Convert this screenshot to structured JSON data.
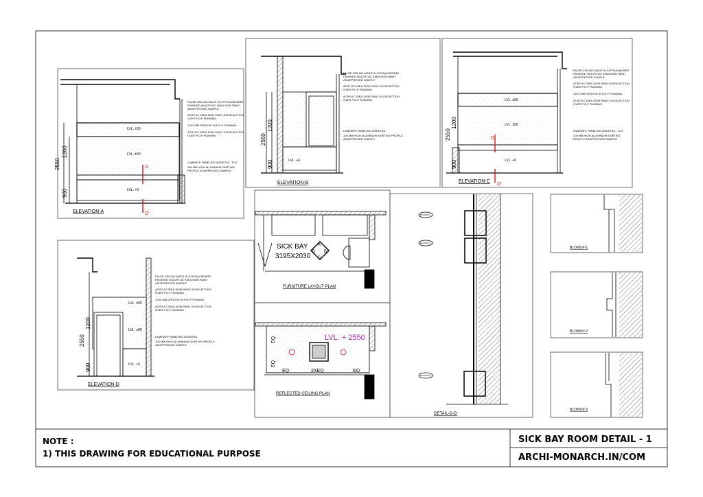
{
  "sheet": {
    "note_heading": "NOTE :",
    "note_line": "1) THIS DRAWING FOR EDUCATIONAL PURPOSE",
    "title": "SICK BAY ROOM DETAIL - 1",
    "website": "ARCHI-MONARCH.IN/COM"
  },
  "elevation_a": {
    "title": "ELEVATION-A",
    "dims": [
      "2550",
      "1200",
      "900"
    ],
    "levels": [
      "LVL. ±00",
      "LVL. ±00",
      "LVL. +6"
    ],
    "section_marks": [
      "D",
      "D'"
    ],
    "notes": [
      "FALSE CEILING MADE IN GYPSUM BOARD FINISHED IN ACRYLIC EMULSION PAINT AS/APPROVED SAMPLE.",
      "ACRYLIC EMULSION PAINT AS/SELECTION OVER P.O.P PUNNING",
      "10X3 MM GROOVE IN P.O.P PUNNING",
      "ACRYLIC EMULSION PAINT AS/SELECTION OVER P.O.P PUNNING",
      "LAMINATE PANELING AS/DETAIL - D-D'",
      "100 MM HIGH ALUMINIUM SKIRTING PROFILE AS/APPROVED SAMPLE"
    ]
  },
  "elevation_b": {
    "title": "ELEVATION-B",
    "dims": [
      "2550",
      "1200",
      "900"
    ],
    "levels": [
      "LVL. +6"
    ],
    "notes": [
      "FALSE CEILING MADE IN GYPSUM BOARD FINISHED IN ACRYLIC EMULSION PAINT AS/APPROVED SAMPLE",
      "ACRYLIC EMULSION PAINT AS/SELECTION OVER P.O.P PUNNING",
      "ACRYLIC EMULSION PAINT AS/SELECTION OVER P.O.P PUNNING",
      "LAMINATE PANELING AS/DETAIL",
      "100 MM HIGH ALUMINIUM SKIRTING PROFILE AS/APPROVED SAMPLE"
    ]
  },
  "elevation_c": {
    "title": "ELEVATION-C",
    "dims": [
      "2550",
      "1200",
      "900"
    ],
    "levels": [
      "LVL. ±00",
      "LVL. ±00",
      "LVL. +6"
    ],
    "section_marks": [
      "D",
      "D'"
    ],
    "notes": [
      "FALSE CEILING MADE IN GYPSUM BOARD FINISHED IN ACRYLIC EMULSION PAINT AS/APPROVED SAMPLE",
      "ACRYLIC EMULSION PAINT AS/SELECTION OVER P.O.P PUNNING",
      "10X3 MM GROOVE IN P.O.P PUNNING",
      "ACRYLIC EMULSION PAINT AS/SELECTION OVER P.O.P PUNNING",
      "LAMINATE PANELING AS/DETAIL - D-D'",
      "100 MM HIGH ALUMINIUM SKIRTING PROFILE AS/APPROVED SAMPLE"
    ]
  },
  "elevation_d": {
    "title": "ELEVATION-D",
    "dims": [
      "2550",
      "1200",
      "900"
    ],
    "levels": [
      "LVL. ±00",
      "LVL. ±00",
      "LVL. +6"
    ],
    "notes": [
      "FALSE CEILING MADE IN GYPSUM BOARD FINISHED IN ACRYLIC EMULSION PAINT AS/APPROVED SAMPLE",
      "ACRYLIC EMULSION PAINT AS/SELECTION OVER P.O.P PUNNING",
      "10X3 MM GROOVE IN P.O.P PUNNING",
      "ACRYLIC EMULSION PAINT AS/SELECTION OVER P.O.P PUNNING",
      "LAMINATE PANELING AS/DETAIL",
      "100 MM HIGH ALUMINIUM SKIRTING PROFILE AS/APPROVED SAMPLE"
    ]
  },
  "furniture_plan": {
    "title": "FURNITURE LAYOUT PLAN",
    "room_name": "SICK BAY",
    "room_size": "3195X2030",
    "key_letters": [
      "A",
      "B",
      "C",
      "D"
    ]
  },
  "ceiling_plan": {
    "title": "REFLECTED CEILING PLAN",
    "level": "LVL. + 2550",
    "dims": [
      "EQ",
      "EQ",
      "EQ",
      "2XEQ",
      "EQ"
    ],
    "level_color": "#9b2fa0"
  },
  "detail_dd": {
    "title": "DETAIL-D-D'",
    "blowup_tags": [
      "BLOWUP-1",
      "BLOWUP-2",
      "BLOWUP-3"
    ]
  },
  "blowups": [
    {
      "title": "BLOWUP-1"
    },
    {
      "title": "BLOWUP-2"
    },
    {
      "title": "BLOWUP-3"
    }
  ],
  "colors": {
    "line": "#000000",
    "section_mark": "#d01818",
    "frame": "#333333"
  }
}
